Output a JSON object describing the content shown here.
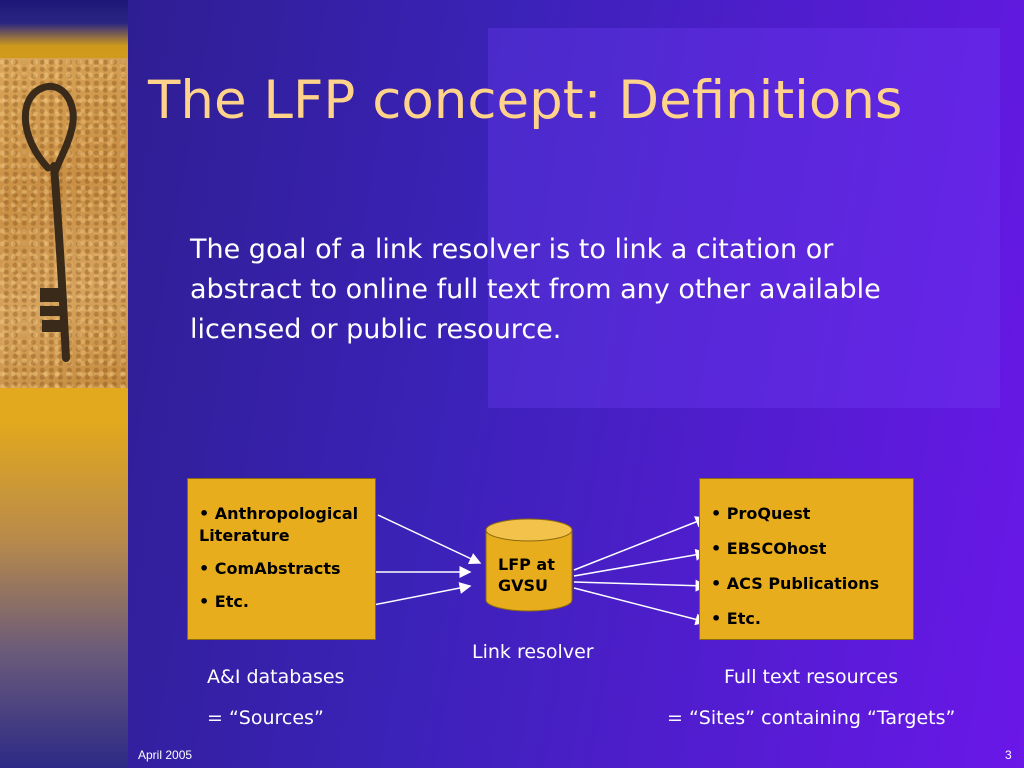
{
  "slide": {
    "title": "The LFP concept:  Definitions",
    "body": "The goal of a link resolver is to link a citation or abstract to online full text from any other available licensed or public resource."
  },
  "diagram": {
    "sources_box": {
      "items": [
        "Anthropological Literature",
        "ComAbstracts",
        "Etc."
      ]
    },
    "resolver": {
      "label_line1": "LFP at",
      "label_line2": "GVSU",
      "caption": "Link resolver"
    },
    "targets_box": {
      "items": [
        "ProQuest",
        "EBSCOhost",
        "ACS Publications",
        "Etc."
      ]
    },
    "sources_caption": "A&I databases",
    "sources_caption_2": "= “Sources”",
    "targets_caption": "Full text resources",
    "targets_caption_2": "= “Sites” containing “Targets”"
  },
  "footer": {
    "date": "April 2005",
    "page_number": "3"
  },
  "colors": {
    "title": "#ffd38a",
    "box_fill": "#e8ad1d",
    "background": "#3b22b8"
  },
  "icons": {
    "left_image": "skeleton-key-photo"
  }
}
